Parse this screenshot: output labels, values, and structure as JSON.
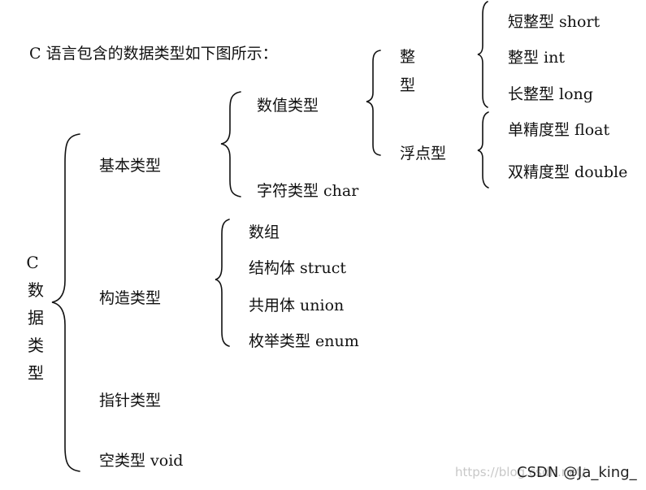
{
  "intro": "C 语言包含的数据类型如下图所示：",
  "root": [
    "C",
    "数",
    "据",
    "类",
    "型"
  ],
  "level1": {
    "basic": "基本类型",
    "construct": "构造类型",
    "pointer": "指针类型",
    "void": "空类型 void"
  },
  "basic": {
    "numeric": "数值类型",
    "char": "字符类型 char"
  },
  "numeric": {
    "integer": [
      "整",
      "型"
    ],
    "float": "浮点型"
  },
  "integer_types": [
    "短整型 short",
    "整型 int",
    "长整型 long"
  ],
  "float_types": [
    "单精度型 float",
    "双精度型 double"
  ],
  "construct_types": [
    "数组",
    "结构体 struct",
    "共用体 union",
    "枚举类型 enum"
  ],
  "watermark": {
    "faint": "https://blog.csdn.net/",
    "brand": "CSDN @Ja_king_"
  }
}
